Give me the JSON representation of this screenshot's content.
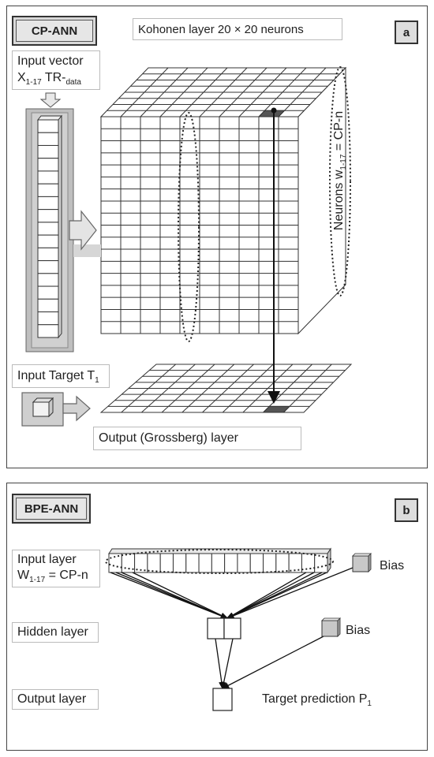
{
  "panel_a": {
    "network_tag": "CP-ANN",
    "panel_letter": "a",
    "kohonen_label": "Kohonen layer 20 × 20 neurons",
    "input_vector_line1": "Input vector",
    "input_vector_x": "X",
    "input_vector_sub": "1-17",
    "input_vector_tr": "TR-",
    "input_vector_tr_sub": "data",
    "neurons_prefix": "Neurons w",
    "neurons_sub": "1-17",
    "neurons_suffix": " = CP-n",
    "input_target_label": "Input Target T",
    "input_target_sub": "1",
    "output_layer_label": "Output (Grossberg) layer"
  },
  "panel_b": {
    "network_tag": "BPE-ANN",
    "panel_letter": "b",
    "input_layer_line1": "Input layer",
    "input_layer_w": "W",
    "input_layer_sub": "1-17",
    "input_layer_rest": " = CP-n",
    "hidden_layer_label": "Hidden layer",
    "output_layer_label": "Output layer",
    "bias_label_1": "Bias",
    "bias_label_2": "Bias",
    "target_prediction": "Target prediction P",
    "target_prediction_sub": "1"
  },
  "colors": {
    "panel_border": "#444444",
    "tag_fill": "#d9d9d9",
    "grid_line": "#333333",
    "highlight_neuron": "#555555",
    "input_frame": "#bfbfbf"
  },
  "icons": [
    "down-arrow-icon",
    "right-arrow-icon",
    "cube-icon"
  ]
}
